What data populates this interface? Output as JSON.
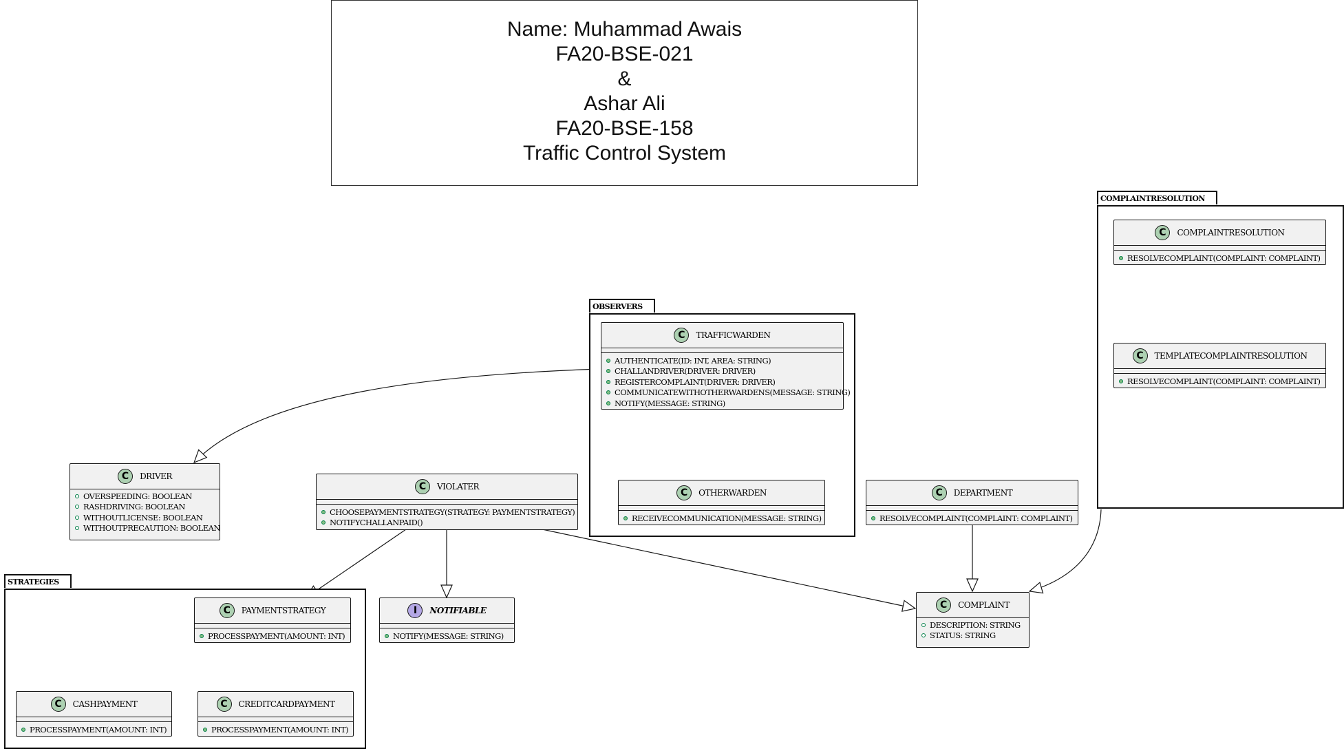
{
  "title_box": {
    "lines": [
      "Name: Muhammad Awais",
      "FA20-BSE-021",
      "&",
      "Ashar Ali",
      "FA20-BSE-158",
      "Traffic Control System"
    ]
  },
  "packages": {
    "observers": "OBSERVERS",
    "strategies": "STRATEGIES",
    "complaintresolution": "COMPLAINTRESOLUTION"
  },
  "classes": {
    "trafficwarden": {
      "badge": "C",
      "name": "TRAFFICWARDEN",
      "members": [
        "AUTHENTICATE(ID: INT, AREA: STRING)",
        "CHALLANDRIVER(DRIVER: DRIVER)",
        "REGISTERCOMPLAINT(DRIVER: DRIVER)",
        "COMMUNICATEWITHOTHERWARDENS(MESSAGE: STRING)",
        "NOTIFY(MESSAGE: STRING)"
      ]
    },
    "otherwarden": {
      "badge": "C",
      "name": "OTHERWARDEN",
      "members": [
        "RECEIVECOMMUNICATION(MESSAGE: STRING)"
      ]
    },
    "driver": {
      "badge": "C",
      "name": "DRIVER",
      "members": [
        "OVERSPEEDING: BOOLEAN",
        "RASHDRIVING: BOOLEAN",
        "WITHOUTLICENSE: BOOLEAN",
        "WITHOUTPRECAUTION: BOOLEAN"
      ]
    },
    "violater": {
      "badge": "C",
      "name": "VIOLATER",
      "members": [
        "CHOOSEPAYMENTSTRATEGY(STRATEGY: PAYMENTSTRATEGY)",
        "NOTIFYCHALLANPAID()"
      ]
    },
    "paymentstrategy": {
      "badge": "C",
      "name": "PAYMENTSTRATEGY",
      "members": [
        "PROCESSPAYMENT(AMOUNT: INT)"
      ]
    },
    "cashpayment": {
      "badge": "C",
      "name": "CASHPAYMENT",
      "members": [
        "PROCESSPAYMENT(AMOUNT: INT)"
      ]
    },
    "creditcardpayment": {
      "badge": "C",
      "name": "CREDITCARDPAYMENT",
      "members": [
        "PROCESSPAYMENT(AMOUNT: INT)"
      ]
    },
    "notifiable": {
      "badge": "I",
      "name": "NOTIFIABLE",
      "members": [
        "NOTIFY(MESSAGE: STRING)"
      ]
    },
    "department": {
      "badge": "C",
      "name": "DEPARTMENT",
      "members": [
        "RESOLVECOMPLAINT(COMPLAINT: COMPLAINT)"
      ]
    },
    "complaint": {
      "badge": "C",
      "name": "COMPLAINT",
      "members": [
        "DESCRIPTION: STRING",
        "STATUS: STRING"
      ]
    },
    "complaintresolution": {
      "badge": "C",
      "name": "COMPLAINTRESOLUTION",
      "members": [
        "RESOLVECOMPLAINT(COMPLAINT: COMPLAINT)"
      ]
    },
    "templatecomplaintresolution": {
      "badge": "C",
      "name": "TEMPLATECOMPLAINTRESOLUTION",
      "members": [
        "RESOLVECOMPLAINT(COMPLAINT: COMPLAINT)"
      ]
    }
  },
  "colors": {
    "class_fill": "#f1f1f1",
    "class_border": "#181818",
    "class_badge": "#add1b2",
    "interface_badge": "#b4a7e5",
    "method_dot": "#84be84",
    "field_dot": "#ffffff"
  }
}
